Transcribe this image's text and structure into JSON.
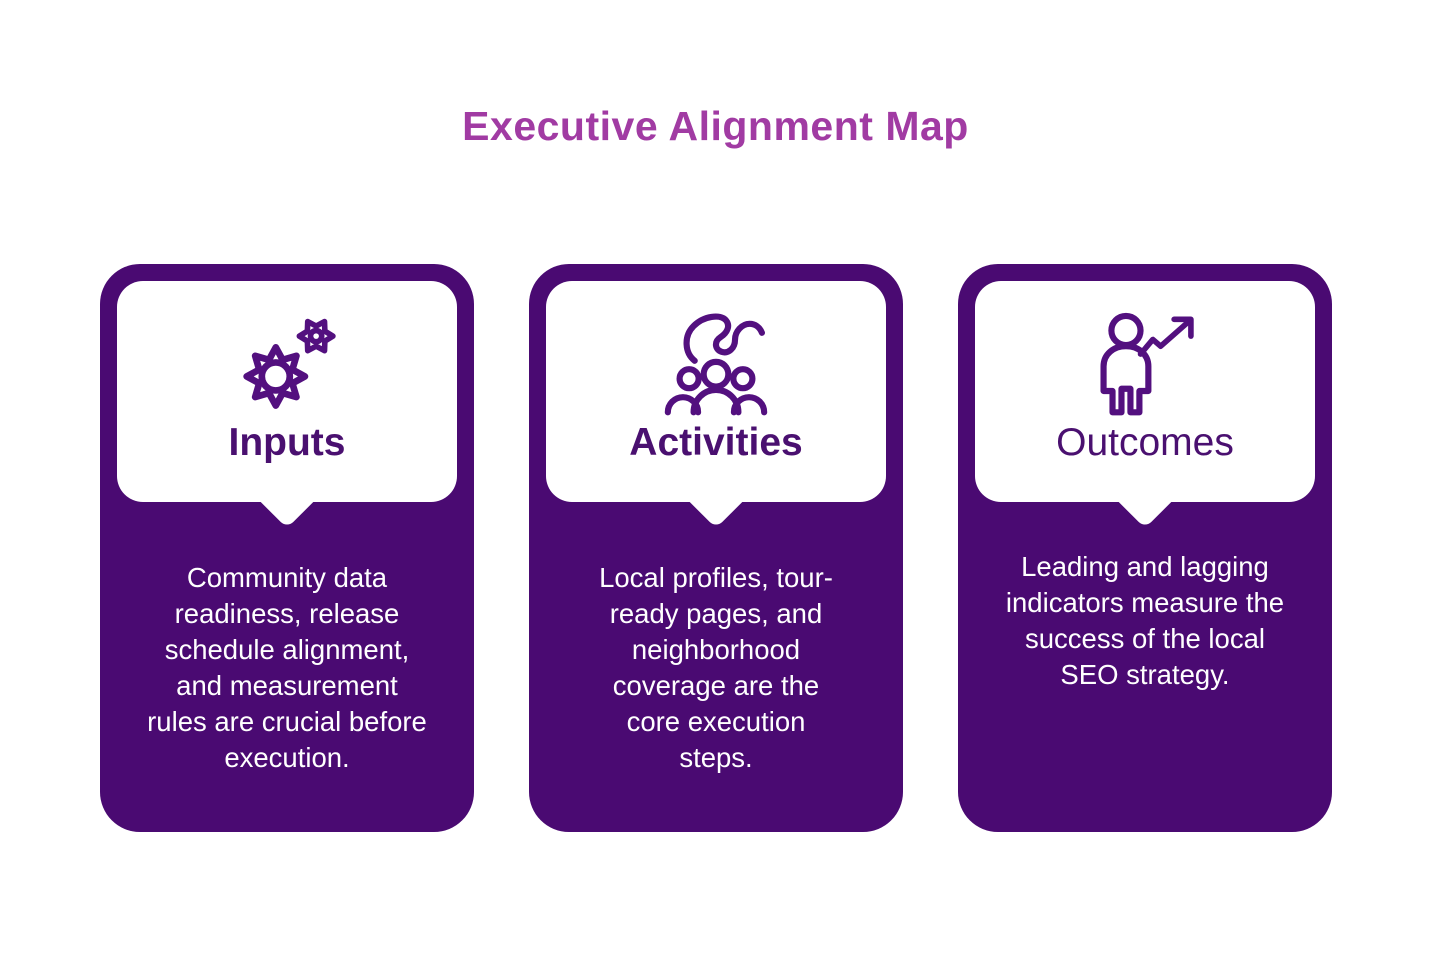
{
  "title": "Executive Alignment Map",
  "colors": {
    "page_bg": "#ffffff",
    "title": "#A13BA3",
    "card_bg": "#4A0A72",
    "panel_bg": "#ffffff",
    "heading": "#4A1070",
    "icon_stroke": "#53107F",
    "body_text": "#ffffff"
  },
  "cards": [
    {
      "heading": "Inputs",
      "icon": "gears-icon",
      "body": "Community data readiness, release schedule alignment, and measurement rules are crucial before execution."
    },
    {
      "heading": "Activities",
      "icon": "team-hand-icon",
      "body": "Local profiles, tour-ready pages, and neighborhood coverage are the core execution steps."
    },
    {
      "heading": "Outcomes",
      "icon": "person-growth-arrow-icon",
      "body": "Leading and lagging indicators measure the success of the local SEO strategy."
    }
  ]
}
